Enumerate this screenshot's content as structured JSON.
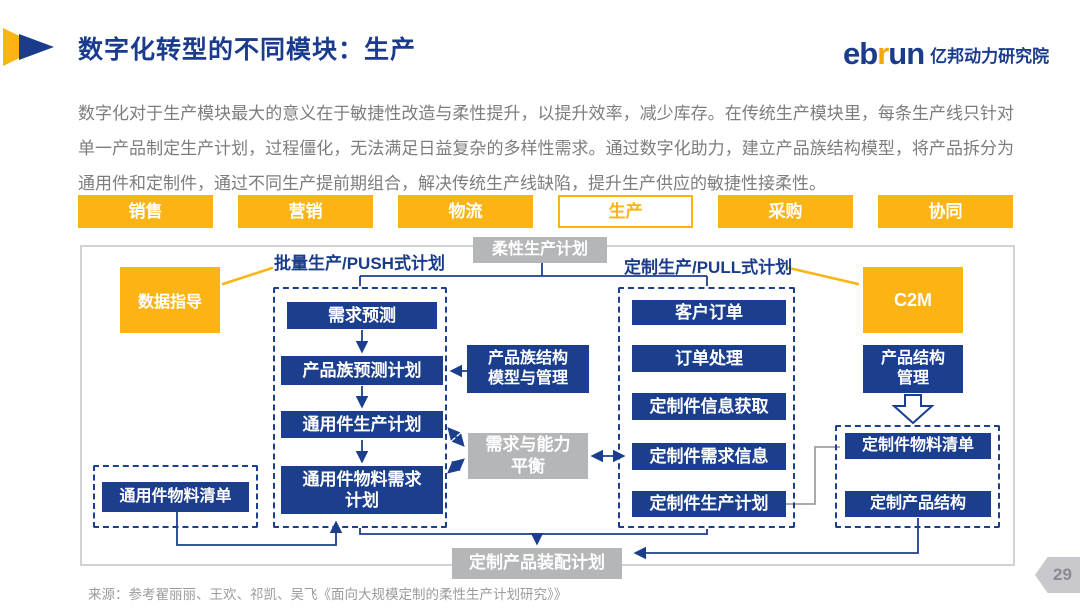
{
  "slide": {
    "title": "数字化转型的不同模块：生产",
    "intro": "数字化对于生产模块最大的意义在于敏捷性改造与柔性提升，以提升效率，减少库存。在传统生产模块里，每条生产线只针对单一产品制定生产计划，过程僵化，无法满足日益复杂的多样性需求。通过数字化助力，建立产品族结构模型，将产品拆分为通用件和定制件，通过不同生产提前期组合，解决传统生产线缺陷，提升生产供应的敏捷性接柔性。",
    "source": "来源：参考翟丽丽、王欢、祁凯、吴飞《面向大规模定制的柔性生产计划研究》》",
    "page_number": "29"
  },
  "logo": {
    "eb": "eb",
    "r": "r",
    "un": "un",
    "name": "亿邦动力研究院"
  },
  "tabs": [
    {
      "label": "销售",
      "active": false
    },
    {
      "label": "营销",
      "active": false
    },
    {
      "label": "物流",
      "active": false
    },
    {
      "label": "生产",
      "active": true
    },
    {
      "label": "采购",
      "active": false
    },
    {
      "label": "协同",
      "active": false
    }
  ],
  "diagram": {
    "flexible_plan": "柔性生产计划",
    "push_header": "批量生产/PUSH式计划",
    "pull_header": "定制生产/PULL式计划",
    "data_guide": "数据指导",
    "c2m": "C2M",
    "push_steps": [
      "需求预测",
      "产品族预测计划",
      "通用件生产计划",
      "通用件物料需求\n计划"
    ],
    "pull_steps": [
      "客户订单",
      "订单处理",
      "定制件信息获取",
      "定制件需求信息",
      "定制件生产计划"
    ],
    "family_model": "产品族结构\n模型与管理",
    "demand_capacity_balance": "需求与能力\n平衡",
    "product_structure_mgmt": "产品结构\n管理",
    "custom_parts_bom": "定制件物料清单",
    "custom_product_structure": "定制产品结构",
    "common_parts_bom": "通用件物料清单",
    "assembly_plan": "定制产品装配计划"
  },
  "colors": {
    "navy": "#1B3E8F",
    "yellow": "#FBB414",
    "gray_box": "#B5B6B8",
    "title_navy": "#1B3C8D"
  }
}
